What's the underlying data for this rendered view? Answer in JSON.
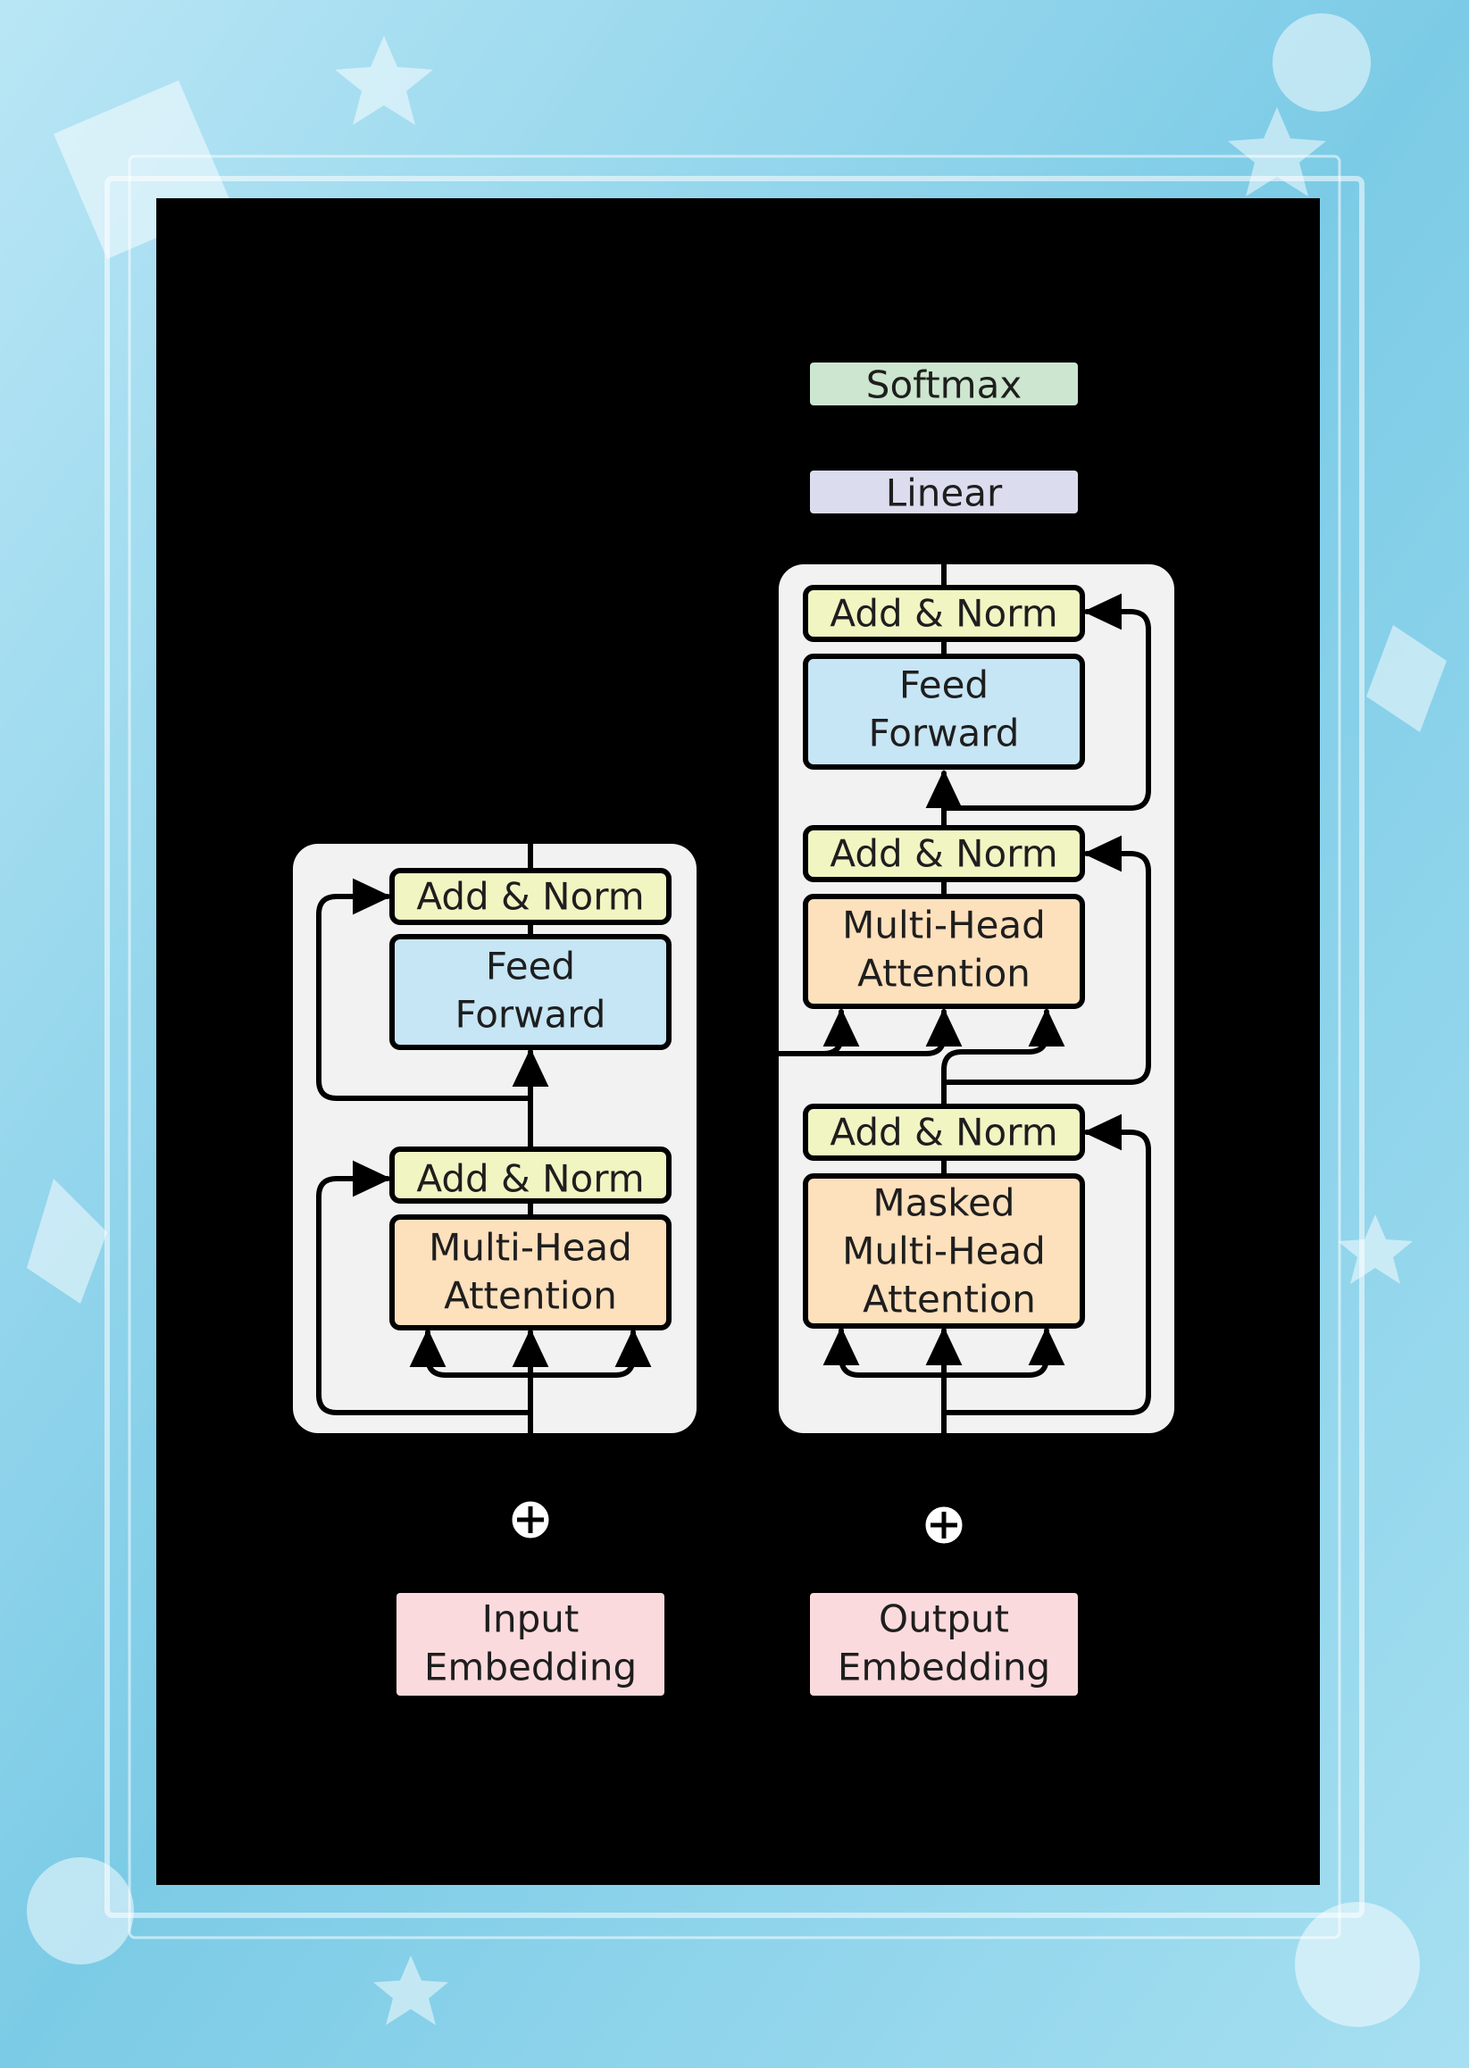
{
  "colors": {
    "frame_background": "#8fd3ea",
    "panel": "#000000",
    "block_background": "#f2f2f2",
    "add_norm": "#f1f5c2",
    "feed_forward": "#c6e5f5",
    "attention": "#fde0bc",
    "embedding": "#fbdadd",
    "linear": "#dcdcef",
    "softmax": "#cde6cf",
    "line": "#000000"
  },
  "encoder": {
    "add_norm_top": "Add & Norm",
    "feed_forward": [
      "Feed",
      "Forward"
    ],
    "add_norm_bottom": "Add & Norm",
    "attention": [
      "Multi-Head",
      "Attention"
    ],
    "embedding": [
      "Input",
      "Embedding"
    ],
    "add_icon": "plus-circle-icon"
  },
  "decoder": {
    "softmax": "Softmax",
    "linear": "Linear",
    "add_norm_top": "Add & Norm",
    "feed_forward": [
      "Feed",
      "Forward"
    ],
    "add_norm_middle": "Add & Norm",
    "cross_attention": [
      "Multi-Head",
      "Attention"
    ],
    "add_norm_bottom": "Add & Norm",
    "masked_attention": [
      "Masked",
      "Multi-Head",
      "Attention"
    ],
    "embedding": [
      "Output",
      "Embedding"
    ],
    "add_icon": "plus-circle-icon"
  }
}
